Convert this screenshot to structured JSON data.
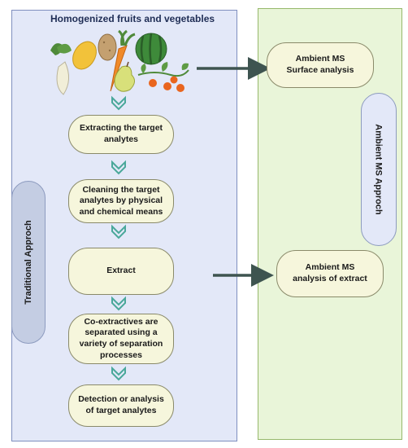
{
  "header": {
    "title": "Homogenized fruits and vegetables"
  },
  "steps": [
    {
      "label": "Extracting the target\nanalytes"
    },
    {
      "label": "Cleaning the target\nanalytes by physical\nand chemical means"
    },
    {
      "label": "Extract"
    },
    {
      "label": "Co-extractives are\nseparated using a\nvariety of separation\nprocesses"
    },
    {
      "label": "Detection or analysis\nof target analytes"
    }
  ],
  "ambient": {
    "surface_label": "Ambient MS\nSurface analysis",
    "extract_label": "Ambient MS\nanalysis of extract"
  },
  "side_labels": {
    "traditional": "Traditional Approch",
    "ambient": "Ambient MS  Approch"
  },
  "colors": {
    "left_panel": "#e3e8f8",
    "right_panel": "#e9f5d9",
    "box_fill": "#f6f6dc",
    "arrow": "#3e5450",
    "chevron": "#4aa89a"
  }
}
